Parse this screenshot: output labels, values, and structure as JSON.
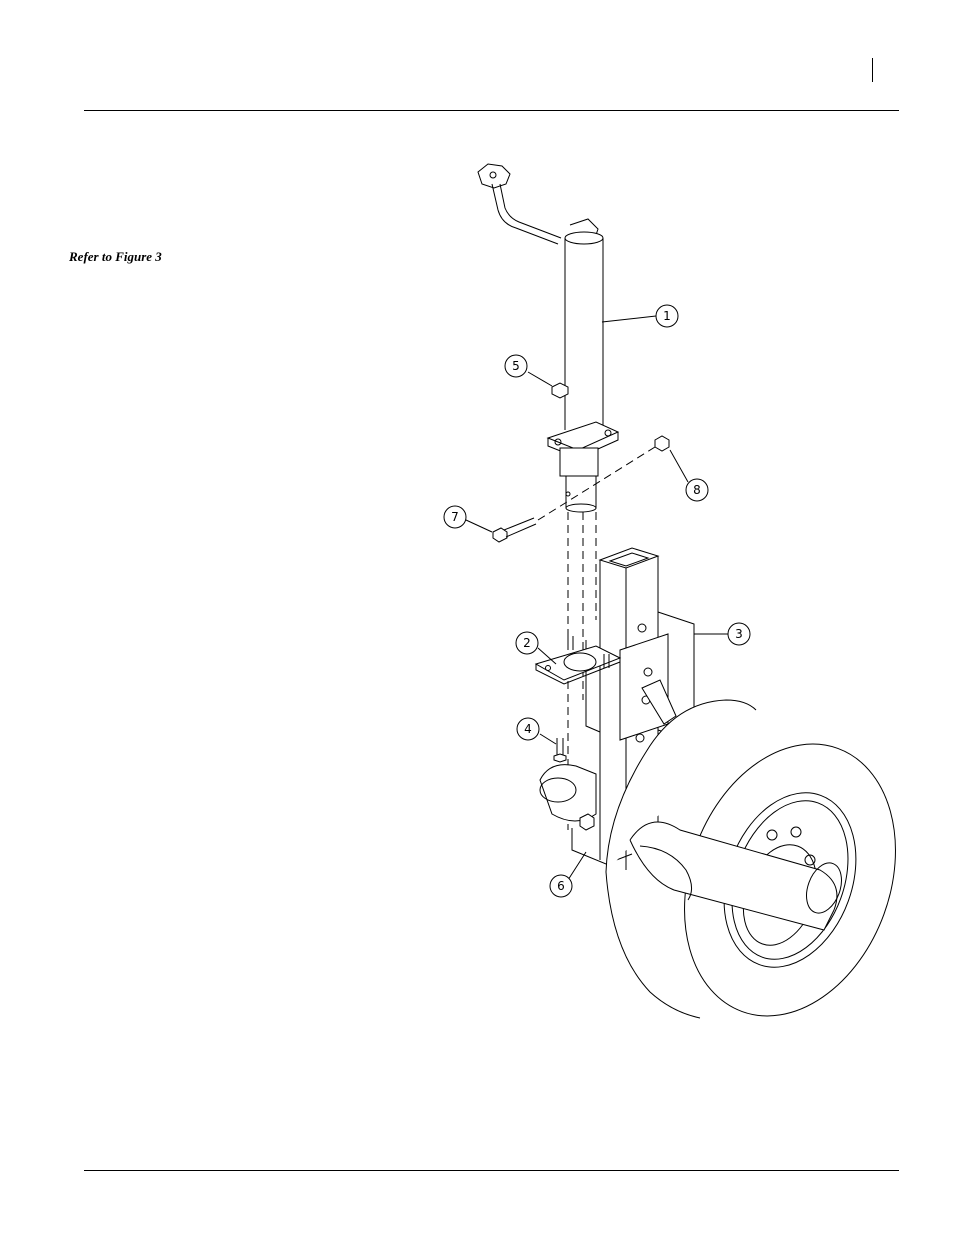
{
  "sidebar": {
    "refer_text": "Refer to Figure 3"
  },
  "figure": {
    "callouts": [
      {
        "number": "1"
      },
      {
        "number": "2"
      },
      {
        "number": "3"
      },
      {
        "number": "4"
      },
      {
        "number": "5"
      },
      {
        "number": "6"
      },
      {
        "number": "7"
      },
      {
        "number": "8"
      }
    ]
  }
}
